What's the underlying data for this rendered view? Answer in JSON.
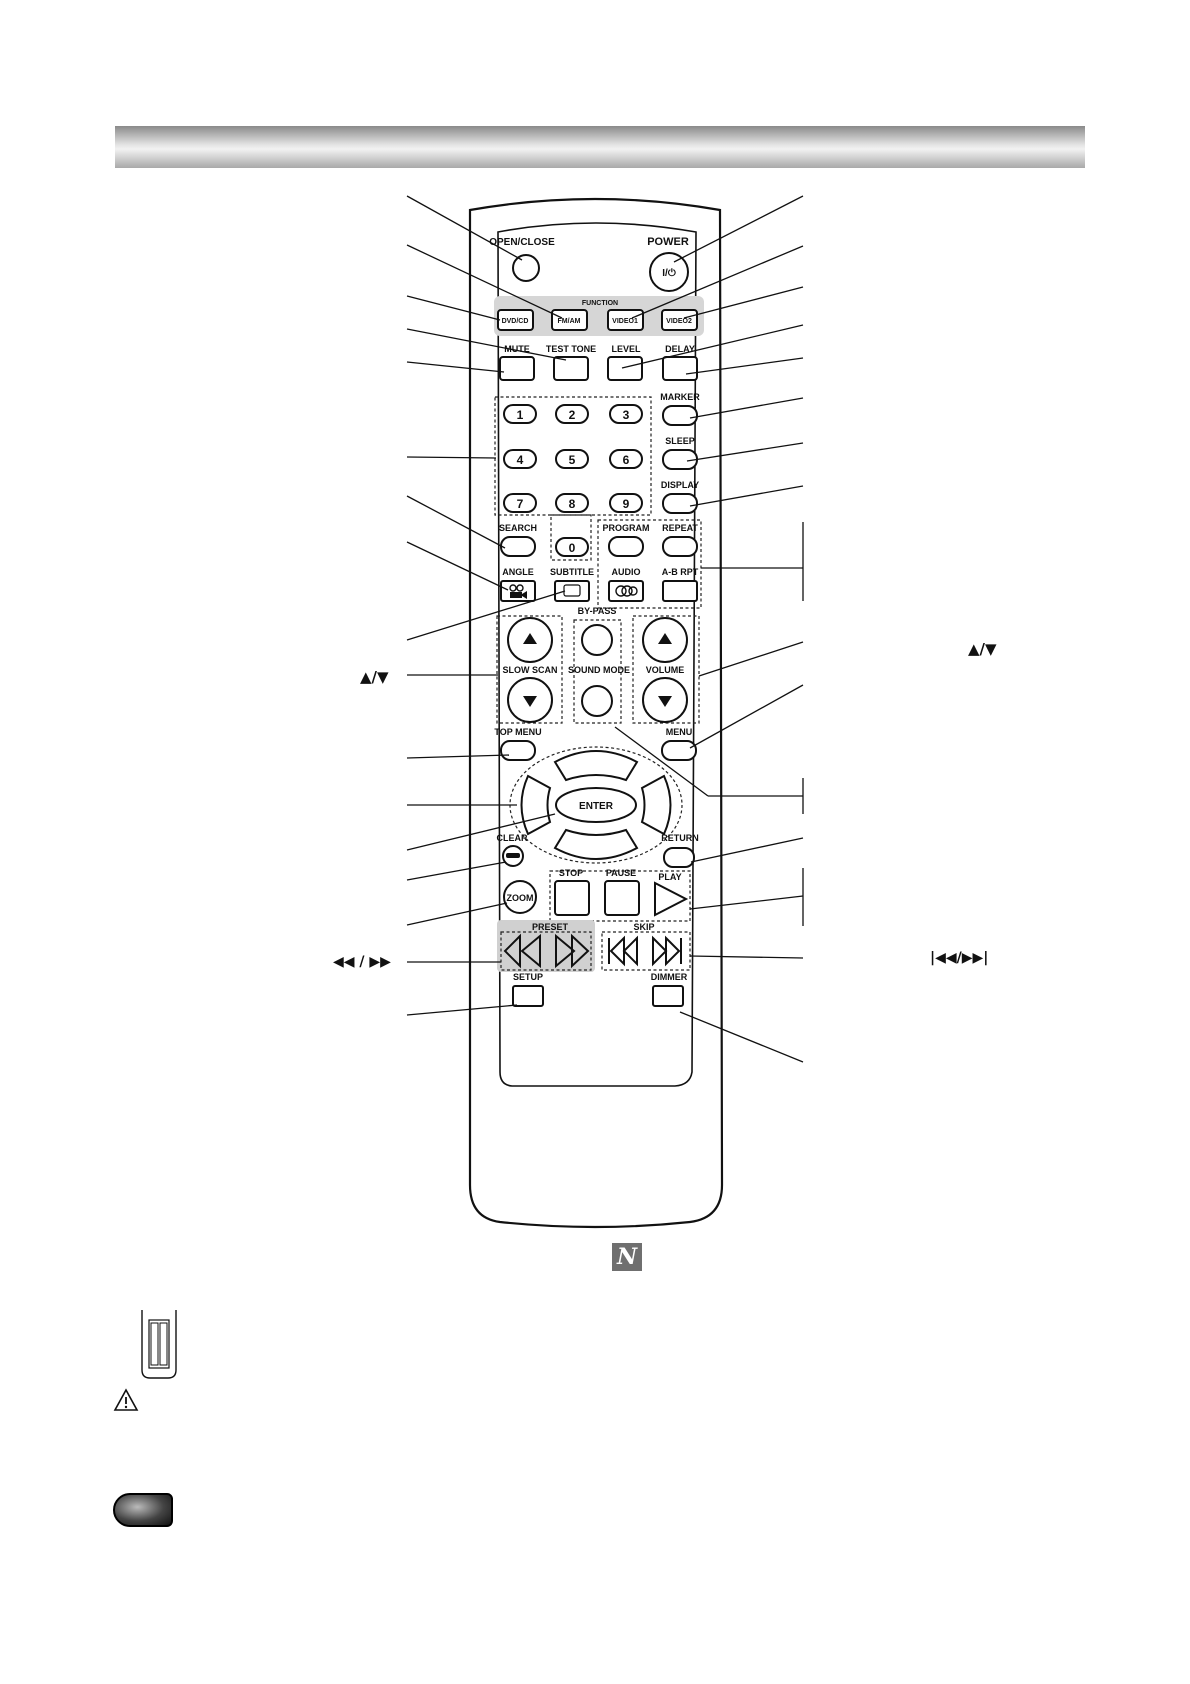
{
  "buttons": {
    "open_close": "OPEN/CLOSE",
    "power": "POWER",
    "power_symbol": "I/⏻",
    "function": "FUNCTION",
    "dvd_cd": "DVD/CD",
    "fm_am": "FM/AM",
    "video1": "VIDEO1",
    "video2": "VIDEO2",
    "mute": "MUTE",
    "test_tone": "TEST TONE",
    "level": "LEVEL",
    "delay": "DELAY",
    "marker": "MARKER",
    "sleep": "SLEEP",
    "display": "DISPLAY",
    "digits": [
      "1",
      "2",
      "3",
      "4",
      "5",
      "6",
      "7",
      "8",
      "9",
      "0"
    ],
    "search": "SEARCH",
    "program": "PROGRAM",
    "repeat": "REPEAT",
    "angle": "ANGLE",
    "subtitle": "SUBTITLE",
    "audio": "AUDIO",
    "ab_rpt": "A-B RPT",
    "by_pass": "BY-PASS",
    "slow_scan": "SLOW SCAN",
    "sound_mode": "SOUND MODE",
    "volume": "VOLUME",
    "top_menu": "TOP MENU",
    "menu": "MENU",
    "enter": "ENTER",
    "clear": "CLEAR",
    "return": "RETURN",
    "stop": "STOP",
    "pause": "PAUSE",
    "play": "PLAY",
    "zoom": "ZOOM",
    "preset": "PRESET",
    "skip": "SKIP",
    "setup": "SETUP",
    "dimmer": "DIMMER"
  },
  "symbols": {
    "slow_scan_arrows": "▲/▼",
    "volume_arrows": "▲/▼",
    "preset_arrows": "◀◀ / ▶▶",
    "skip_arrows": "|◀◀/▶▶|"
  },
  "logo": "N",
  "icons": [
    "warning-icon",
    "battery-compartment-icon",
    "page-tab-icon"
  ]
}
